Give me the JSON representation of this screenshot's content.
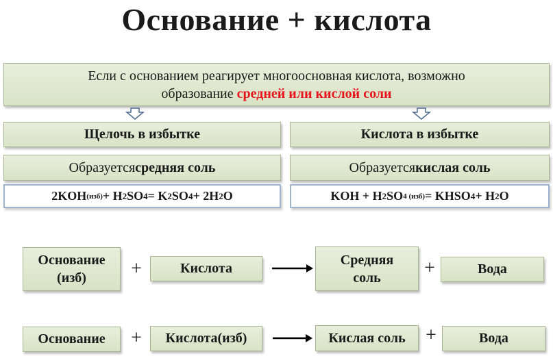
{
  "title": "Основание + кислота",
  "intro": {
    "line1": "Если с основанием реагирует многоосновная кислота, возможно",
    "line2_prefix": "образование ",
    "line2_highlight": "средней или кислой соли"
  },
  "left": {
    "header": "Щелочь в избытке",
    "result_prefix": "Образуется ",
    "result_bold": "средняя соль",
    "equation": "2KOH(изб) + H2SO4 = K2SO4 + 2H2O",
    "equation_parts": {
      "t1": "2KOH",
      "s1": "(изб)",
      "t2": " + H",
      "s2": "2",
      "t3": "SO",
      "s3": "4",
      "t4": " = K",
      "s4": "2",
      "t5": "SO",
      "s5": "4",
      "t6": " + 2H",
      "s6": "2",
      "t7": "O"
    }
  },
  "right": {
    "header": "Кислота в избытке",
    "result_prefix": "Образуется ",
    "result_bold": "кислая соль",
    "equation": "KOH + H2SO4 (изб) = KHSO4 + H2O",
    "equation_parts": {
      "t1": "KOH + H",
      "s1": "2",
      "t2": "SO",
      "s2": "4 (изб)",
      "t3": " = KHSO",
      "s3": "4",
      "t4": " + H",
      "s4": "2",
      "t5": "O"
    }
  },
  "scheme1": {
    "base_line1": "Основание",
    "base_line2": "(изб)",
    "plus1": "+",
    "acid": "Кислота",
    "product_line1": "Средняя",
    "product_line2": "соль",
    "plus2": "+",
    "water": "Вода"
  },
  "scheme2": {
    "base": "Основание",
    "plus1": "+",
    "acid": "Кислота(изб)",
    "product": "Кислая соль",
    "plus2": "+",
    "water": "Вода"
  }
}
